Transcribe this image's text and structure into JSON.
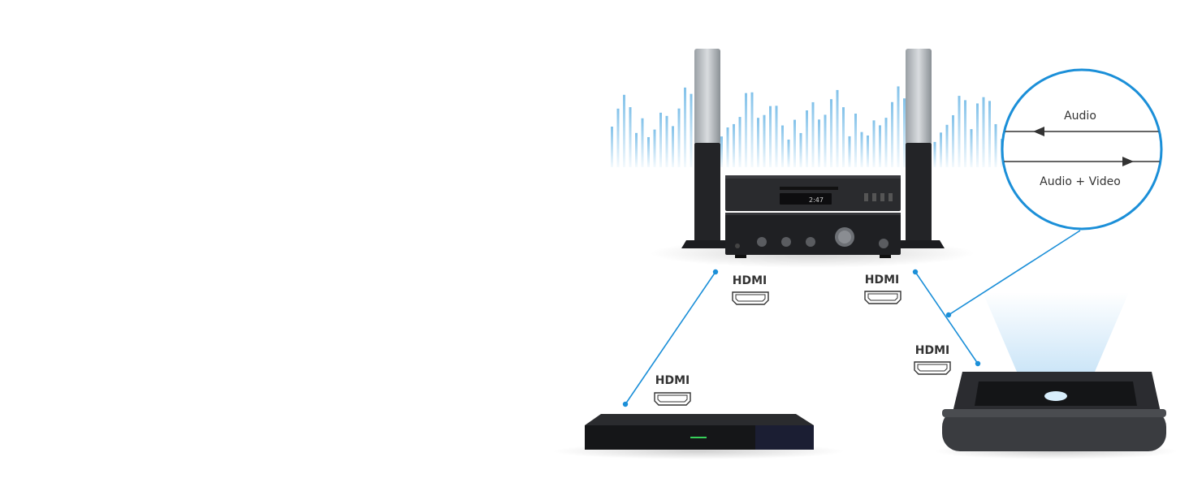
{
  "hdmi_label": "HDMI",
  "callout": {
    "top_label": "Audio",
    "bottom_label": "Audio + Video"
  },
  "colors": {
    "accent": "#1b8fd8",
    "wave": "#a9d4f2",
    "device": "#1e1f22",
    "text": "#333333"
  },
  "cd_display": "2:47"
}
